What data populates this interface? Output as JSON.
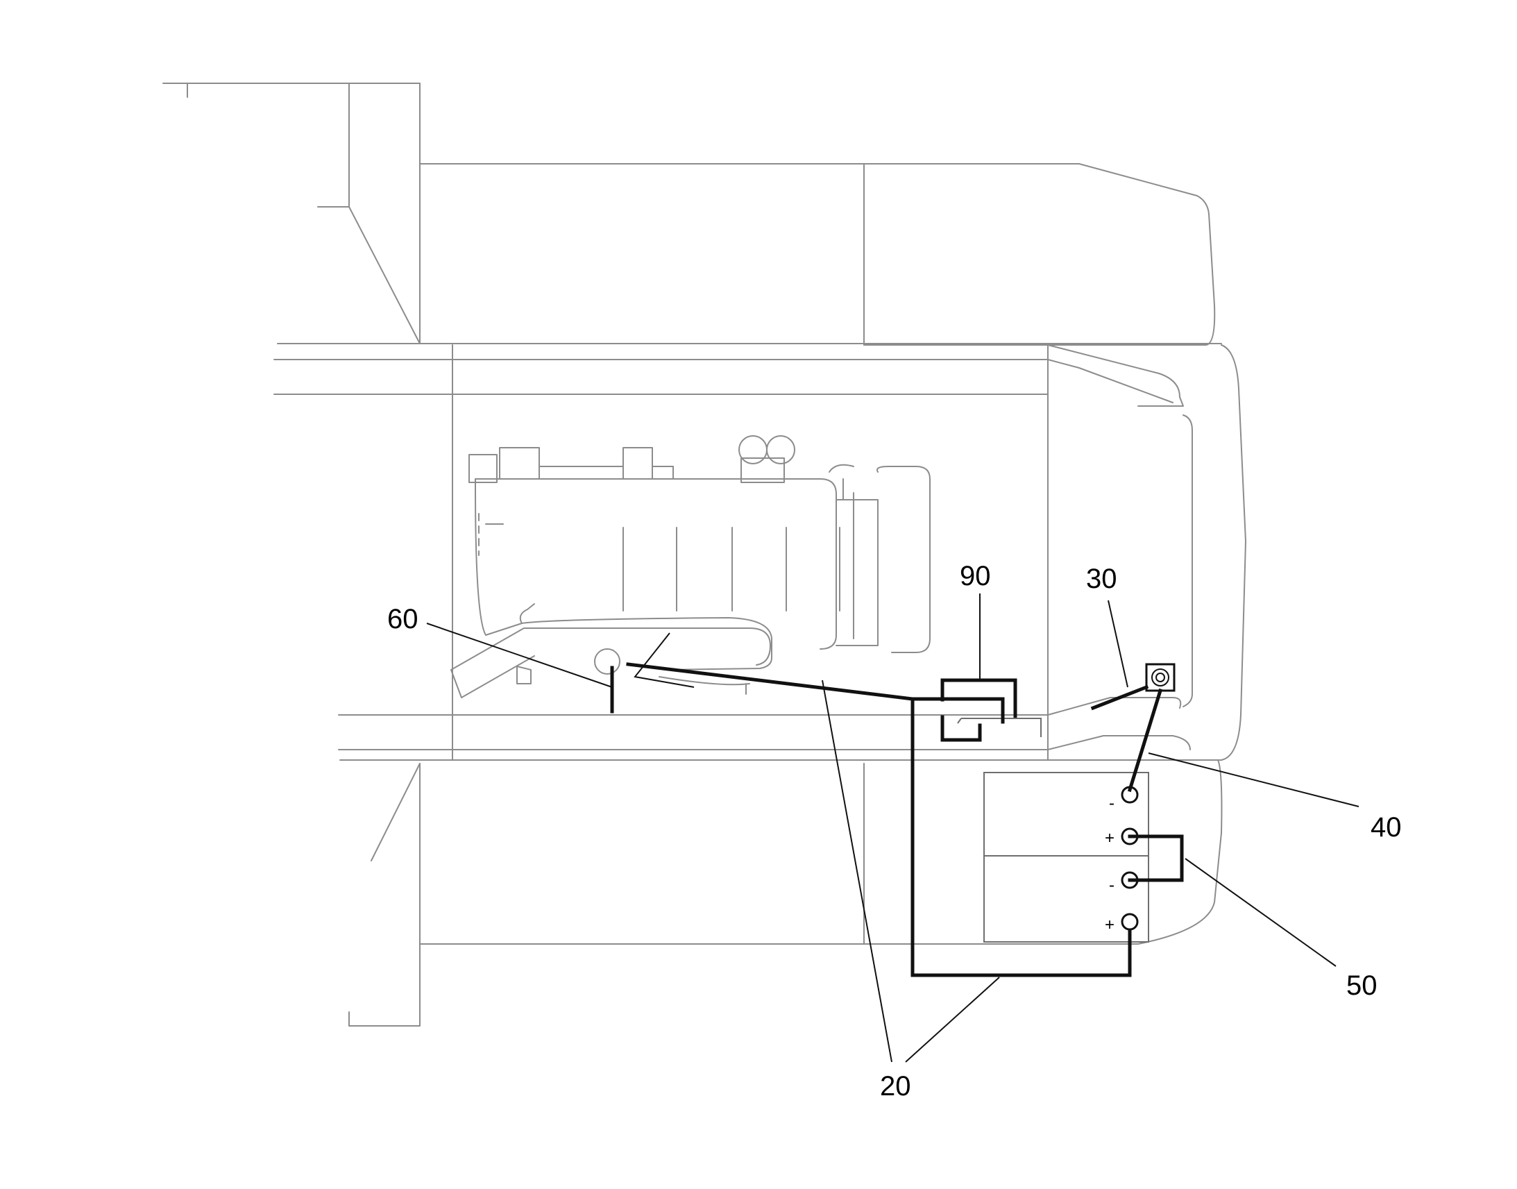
{
  "labels": {
    "ref_20": "20",
    "ref_30": "30",
    "ref_40": "40",
    "ref_50": "50",
    "ref_60": "60",
    "ref_90": "90"
  },
  "battery": {
    "upper_neg": "-",
    "upper_pos": "+",
    "lower_neg": "-",
    "lower_pos": "+"
  },
  "colors": {
    "outline": "#8c8c8c",
    "cable": "#111111",
    "background": "#ffffff"
  }
}
